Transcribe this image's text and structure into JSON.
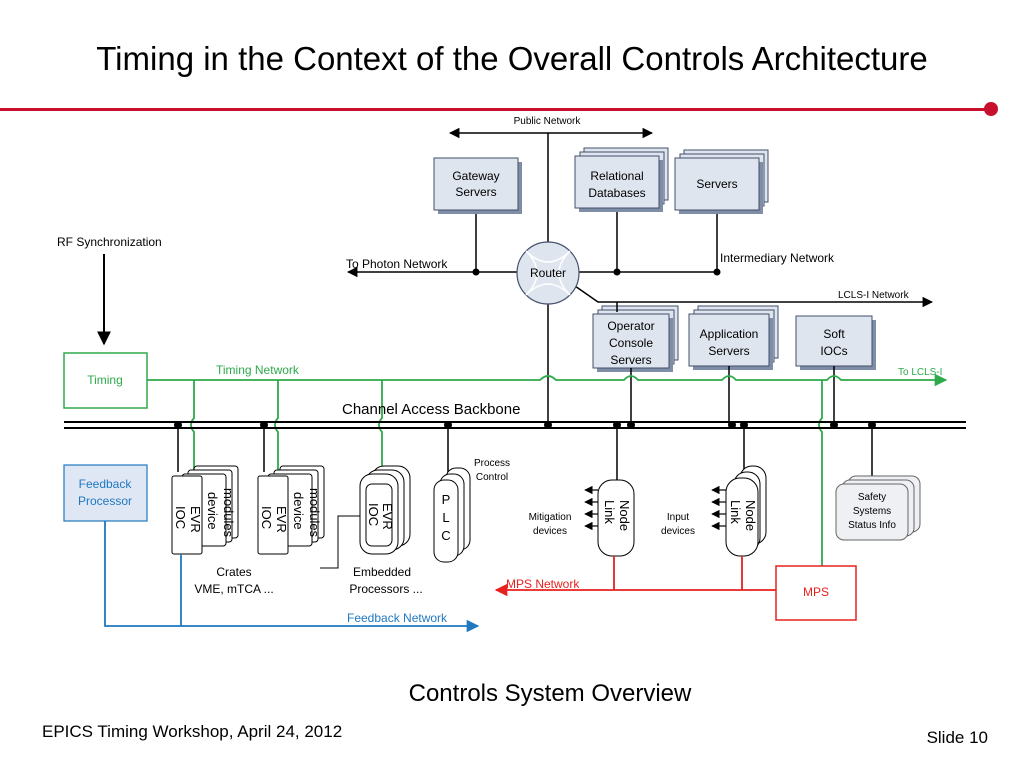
{
  "slide": {
    "title": "Timing in the Context of the Overall Controls Architecture",
    "caption": "Controls System Overview",
    "footer_left": "EPICS Timing Workshop, April 24, 2012",
    "footer_right": "Slide 10",
    "accent_color": "#c8102e"
  },
  "networks": {
    "public": "Public Network",
    "photon": "To Photon Network",
    "intermediary": "Intermediary Network",
    "lcls1": "LCLS-I Network",
    "timing": "Timing Network",
    "to_lcls1": "To LCLS-I",
    "backbone": "Channel Access Backbone",
    "mps": "MPS Network",
    "feedback": "Feedback Network",
    "timing_color": "#2eaa4a",
    "mps_color": "#e8201e",
    "feedback_color": "#1f78c0"
  },
  "upper": {
    "gateway_1": "Gateway",
    "gateway_2": "Servers",
    "relational_1": "Relational",
    "relational_2": "Databases",
    "servers": "Servers",
    "router": "Router",
    "opcon_1": "Operator",
    "opcon_2": "Console",
    "opcon_3": "Servers",
    "app_1": "Application",
    "app_2": "Servers",
    "soft_1": "Soft",
    "soft_2": "IOCs"
  },
  "left": {
    "rf_sync": "RF Synchronization",
    "timing": "Timing",
    "feedback_1": "Feedback",
    "feedback_2": "Processor"
  },
  "lower": {
    "modules": "modules",
    "device": "device",
    "evr": "EVR",
    "ioc": "IOC",
    "crates_1": "Crates",
    "crates_2": "VME, mTCA ...",
    "embedded_1": "Embedded",
    "embedded_2": "Processors ...",
    "process_1": "Process",
    "process_2": "Control",
    "plc_p": "P",
    "plc_l": "L",
    "plc_c": "C",
    "mitigation_1": "Mitigation",
    "mitigation_2": "devices",
    "link": "Link",
    "node": "Node",
    "input_1": "Input",
    "input_2": "devices",
    "safety_1": "Safety",
    "safety_2": "Systems",
    "safety_3": "Status Info",
    "mps": "MPS"
  }
}
